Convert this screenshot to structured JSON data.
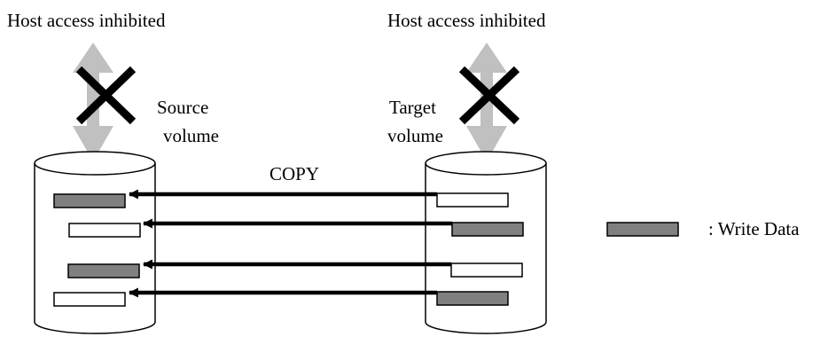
{
  "labels": {
    "source_access": "Host access inhibited",
    "target_access": "Host access inhibited",
    "source_volume_line1": "Source",
    "source_volume_line2": "volume",
    "target_volume_line1": "Target",
    "target_volume_line2": "volume",
    "copy": "COPY",
    "legend": ": Write Data"
  },
  "colors": {
    "write_data_fill": "#808080",
    "empty_block_fill": "#ffffff",
    "outline": "#000000",
    "blocked_arrow": "#c0c0c0"
  },
  "source_blocks": [
    "write",
    "empty",
    "write",
    "empty"
  ],
  "target_blocks": [
    "empty",
    "write",
    "empty",
    "write"
  ]
}
